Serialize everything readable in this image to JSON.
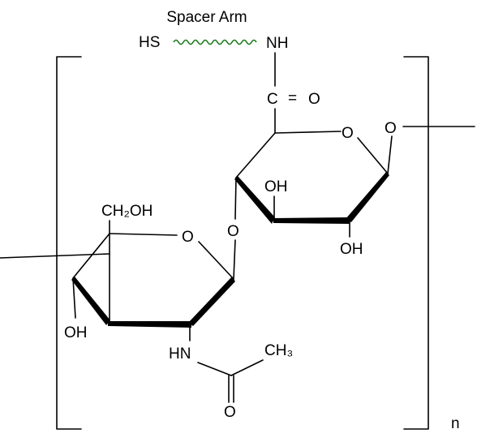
{
  "colors": {
    "spacer": "#1a7a1a",
    "thiol": "#d11a1a",
    "bond": "#000000",
    "background": "#ffffff"
  },
  "labels": {
    "spacer_arm": "Spacer Arm",
    "hs": "HS",
    "nh_top": "NH",
    "c": "C",
    "eq": "=",
    "o_carbonyl": "O",
    "ring2_o": "O",
    "glycosidic_right": "O",
    "ring2_oh_upper": "OH",
    "ring2_oh_lower": "OH",
    "glycosidic_middle": "O",
    "ch2oh": "CH₂OH",
    "ring1_o": "O",
    "ring1_oh": "OH",
    "hn": "HN",
    "ch3": "CH₃",
    "o_acetyl": "O",
    "repeat_n": "n"
  }
}
